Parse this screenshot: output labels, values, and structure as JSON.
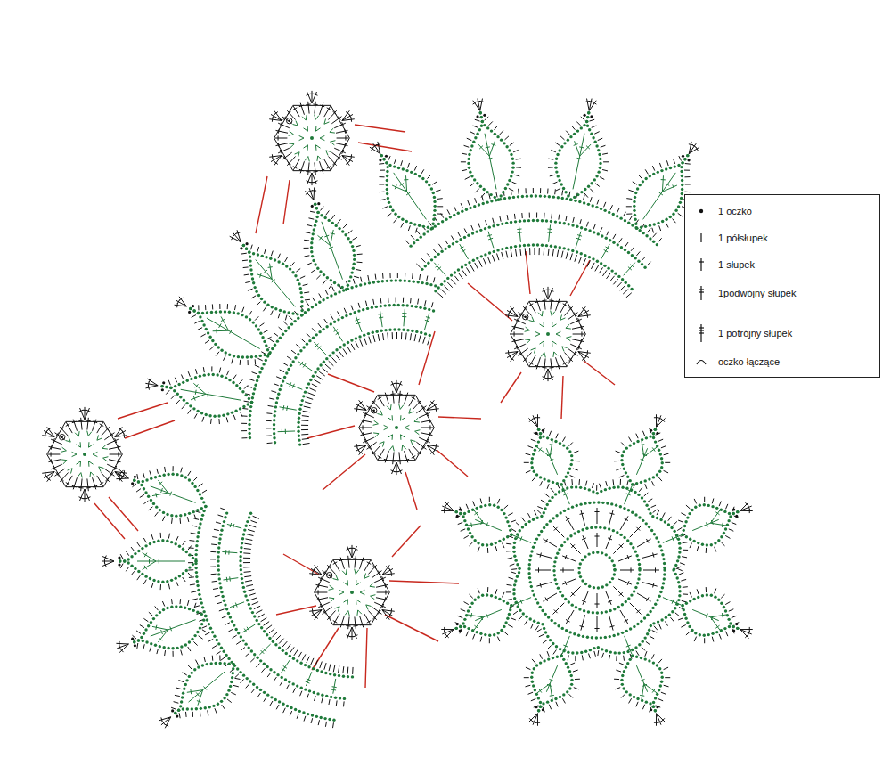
{
  "diagram": {
    "legend": [
      {
        "text": "1 oczko"
      },
      {
        "text": "1 półsłupek"
      },
      {
        "text": "1 słupek"
      },
      {
        "text": "1podwójny słupek"
      },
      {
        "text": "1 potrójny słupek"
      },
      {
        "text": "oczko łączące"
      }
    ]
  }
}
